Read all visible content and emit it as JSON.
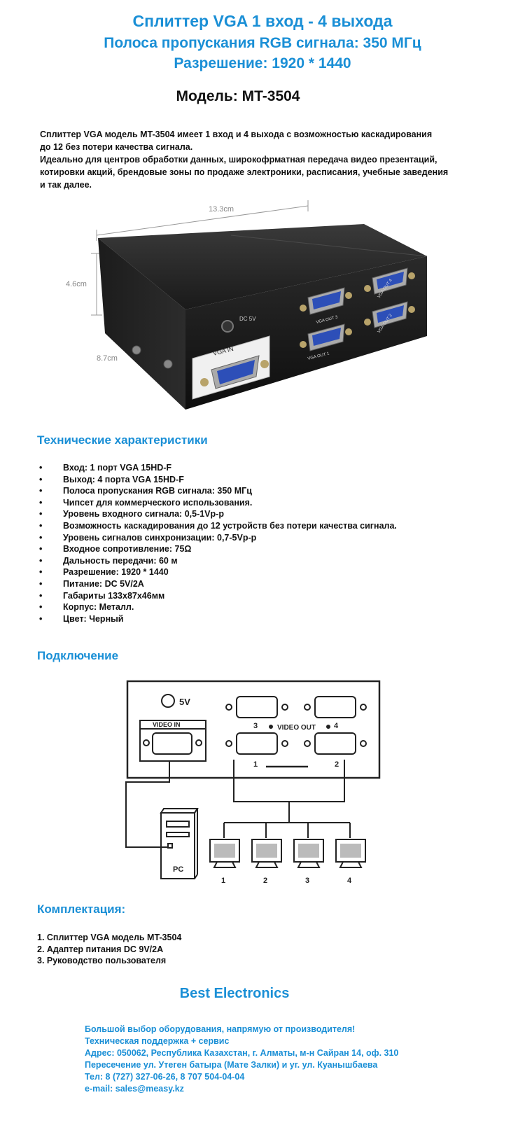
{
  "header": {
    "title": "Сплиттер VGA  1 вход - 4 выхода",
    "bandwidth": "Полоса пропускания RGB сигнала: 350 МГц",
    "resolution": "Разрешение: 1920 * 1440",
    "model": "Модель: MT-3504"
  },
  "intro": {
    "lines": [
      "Сплиттер VGA модель MT-3504 имеет 1 вход и 4 выхода с возможностью каскадирования",
      "до 12 без потери качества сигнала.",
      "Идеально для центров обработки данных, широкофрматная передача видео презентаций,",
      "котировки акций, брендовые зоны по продаже электроники, расписания, учебные заведения",
      "и так далее."
    ]
  },
  "product_photo": {
    "dim_width": "13.3cm",
    "dim_height": "4.6cm",
    "dim_depth": "8.7cm",
    "label_vga_in": "VGA IN",
    "label_dc": "DC 5V",
    "label_out1": "VGA OUT 1",
    "label_out2": "VGA OUT 2",
    "label_out3": "VGA OUT 3",
    "label_out4": "VGA OUT 4"
  },
  "specs": {
    "title": "Технические характеристики",
    "bullet": "•",
    "items": [
      "Вход: 1 порт VGA 15HD-F",
      "Выход: 4 порта  VGA 15HD-F",
      "Полоса пропускания RGB сигнала: 350 МГц",
      "Чипсет для коммерческого использования.",
      "Уровень входного сигнала: 0,5-1Vp-p",
      "Возможность каскадирования до 12 устройств без потери качества сигнала.",
      "Уровень сигналов синхронизации: 0,7-5Vp-p",
      "Входное сопротивление: 75Ω",
      "Дальность передачи: 60 м",
      "Разрешение: 1920 * 1440",
      "Питание: DC 5V/2A",
      "Габариты 133x87x46мм",
      "Корпус: Металл.",
      "Цвет: Черный"
    ]
  },
  "connection": {
    "title": "Подключение",
    "power_label": "5V",
    "video_in_label": "VIDEO IN",
    "video_out_label": "VIDEO OUT",
    "port_numbers": [
      "1",
      "2",
      "3",
      "4"
    ],
    "pc_label": "PC",
    "monitor_numbers": [
      "1",
      "2",
      "3",
      "4"
    ]
  },
  "package": {
    "title": "Комплектация:",
    "items": [
      "1. Сплиттер VGA модель  MT-3504",
      "2. Адаптер питания  DC 9V/2A",
      "3. Руководство пользователя"
    ]
  },
  "footer": {
    "brand": "Best Electronics",
    "lines": [
      "Большой выбор оборудования, напрямую от производителя!",
      "Техническая поддержка + сервис",
      "Адрес: 050062, Республика Казахстан, г. Алматы, м-н Сайран 14, оф. 310",
      "Пересечение ул. Утеген батыра (Мате Залки) и уг. ул. Куанышбаева",
      "Тел: 8 (727) 327-06-26, 8 707 504-04-04",
      "e-mail: sales@measy.kz"
    ]
  },
  "colors": {
    "accent": "#1a8fd6",
    "text": "#111111",
    "device_body": "#1c1c1c",
    "vga_port": "#2d4fb8"
  }
}
